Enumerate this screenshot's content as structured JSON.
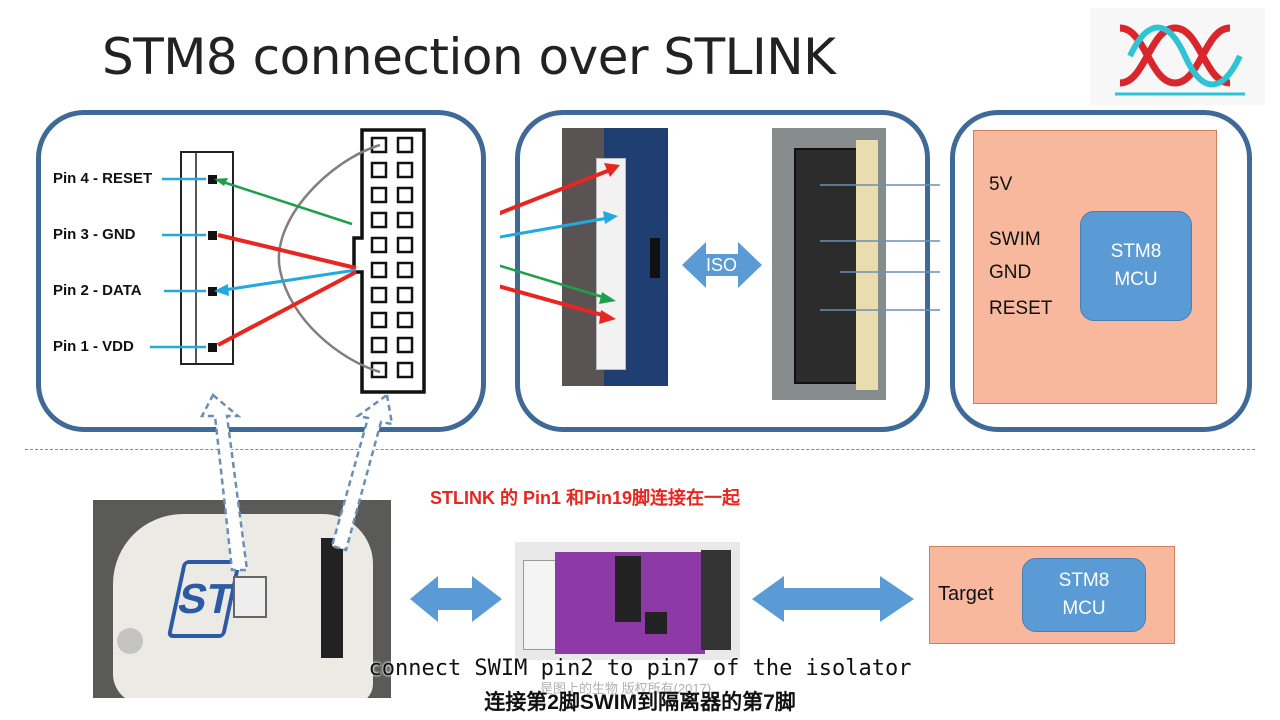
{
  "title": "STM8 connection over STLINK",
  "connector_pins": [
    {
      "label": "Pin 4 - RESET"
    },
    {
      "label": "Pin 3 - GND"
    },
    {
      "label": "Pin 2 - DATA"
    },
    {
      "label": "Pin 1 - VDD"
    }
  ],
  "iso_label": "ISO",
  "signals": [
    "5V",
    "SWIM",
    "GND",
    "RESET"
  ],
  "mcu_top": {
    "line1": "STM8",
    "line2": "MCU"
  },
  "note": "STLINK 的 Pin1 和Pin19脚连接在一起",
  "target": {
    "label": "Target",
    "line1": "STM8",
    "line2": "MCU"
  },
  "caption_en": "connect SWIM pin2 to pin7 of the isolator",
  "caption_cn": "连接第2脚SWIM到隔离器的第7脚",
  "watermark": "是图上的生物 版权所有(2017)",
  "colors": {
    "panel_border": "#3f6a97",
    "arrow_blue": "#5b9bd5",
    "wire_red": "#e8251f",
    "wire_green": "#1ea04a",
    "wire_cyan": "#22a9e0",
    "wire_gray": "#808080",
    "target_fill": "#f7b89e",
    "mcu_fill": "#5b9bd5",
    "note_red": "#e8251f"
  }
}
